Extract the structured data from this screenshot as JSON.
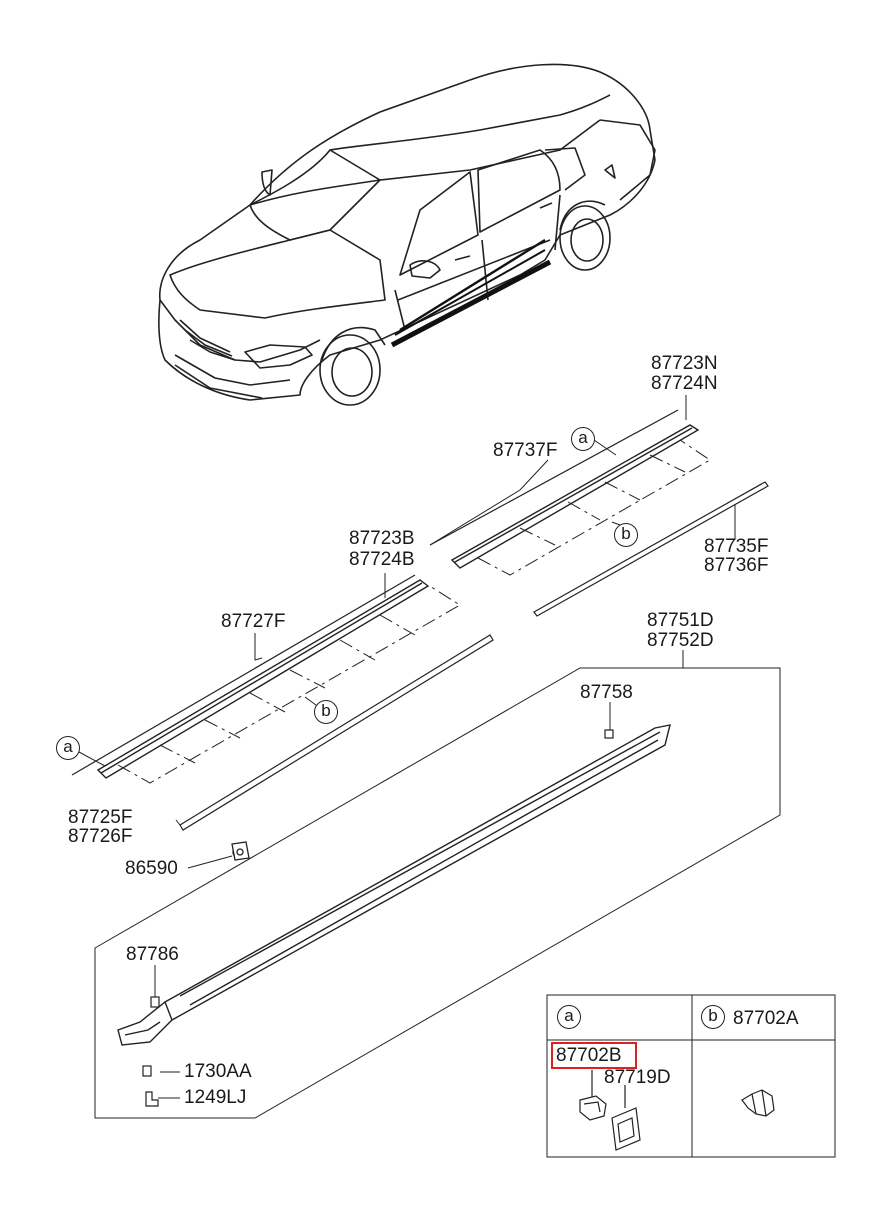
{
  "parts": {
    "p87723N": "87723N",
    "p87724N": "87724N",
    "p87737F": "87737F",
    "p87735F": "87735F",
    "p87736F": "87736F",
    "p87723B": "87723B",
    "p87724B": "87724B",
    "p87727F": "87727F",
    "p87751D": "87751D",
    "p87752D": "87752D",
    "p87758": "87758",
    "p87725F": "87725F",
    "p87726F": "87726F",
    "p86590": "86590",
    "p87786": "87786",
    "p1730AA": "1730AA",
    "p1249LJ": "1249LJ"
  },
  "callouts": {
    "a": "a",
    "b": "b"
  },
  "legend": {
    "cell_a_marker": "a",
    "cell_b_marker": "b",
    "cell_b_part": "87702A",
    "cell_a_part_1": "87702B",
    "cell_a_part_2": "87719D"
  },
  "colors": {
    "line": "#1a1a1a",
    "highlight": "#e02020"
  }
}
